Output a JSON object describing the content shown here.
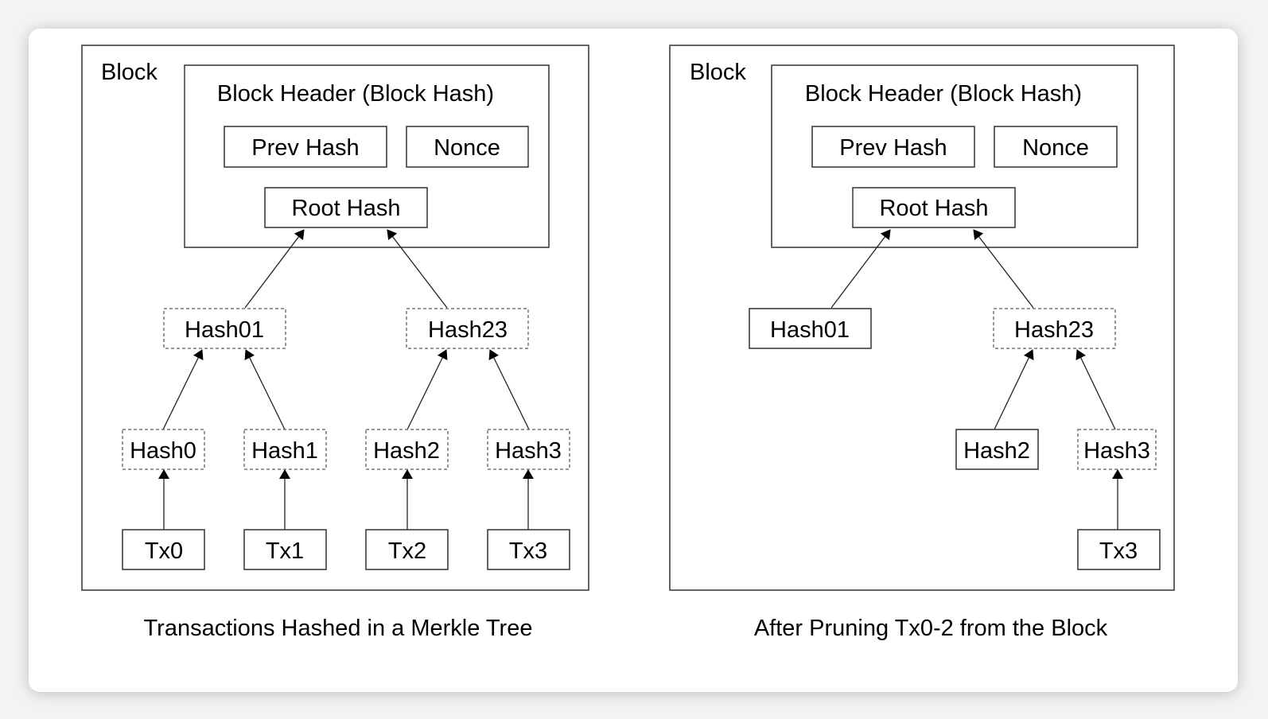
{
  "panels": [
    {
      "block_label": "Block",
      "header_label": "Block Header (Block Hash)",
      "prev_hash": "Prev Hash",
      "nonce": "Nonce",
      "root_hash": "Root Hash",
      "hash01": "Hash01",
      "hash23": "Hash23",
      "hash0": "Hash0",
      "hash1": "Hash1",
      "hash2": "Hash2",
      "hash3": "Hash3",
      "tx0": "Tx0",
      "tx1": "Tx1",
      "tx2": "Tx2",
      "tx3": "Tx3",
      "caption": "Transactions Hashed in a Merkle Tree"
    },
    {
      "block_label": "Block",
      "header_label": "Block Header (Block Hash)",
      "prev_hash": "Prev Hash",
      "nonce": "Nonce",
      "root_hash": "Root Hash",
      "hash01": "Hash01",
      "hash23": "Hash23",
      "hash2": "Hash2",
      "hash3": "Hash3",
      "tx3": "Tx3",
      "caption": "After Pruning Tx0-2 from the Block"
    }
  ]
}
